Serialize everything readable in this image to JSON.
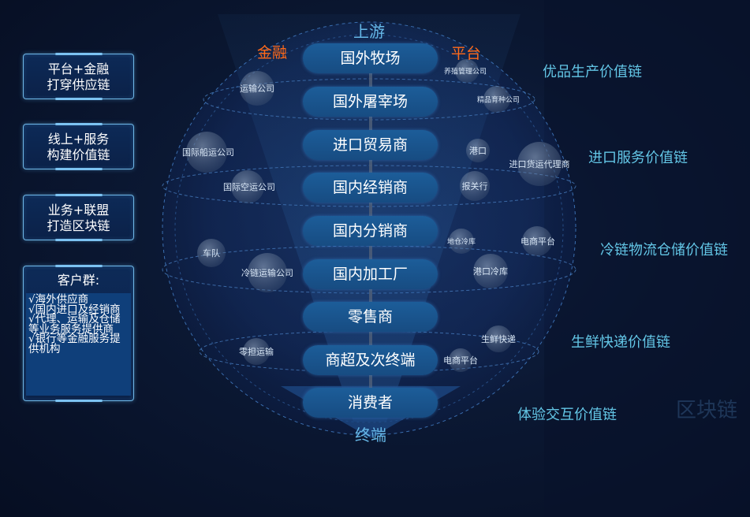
{
  "left_panels": [
    {
      "lines": [
        "平台+金融",
        "打穿供应链"
      ]
    },
    {
      "lines": [
        "线上+服务",
        "构建价值链"
      ]
    },
    {
      "lines": [
        "业务+联盟",
        "打造区块链"
      ]
    }
  ],
  "customer_panel": {
    "title": "客户群:",
    "items": [
      "√海外供应商",
      "√国内进口及经销商",
      "√代理、运输及仓储等业务服务提供商",
      "√银行等金融服务提供机构"
    ]
  },
  "top_label": "上游",
  "bottom_label": "终端",
  "finance_label": "金融",
  "platform_label": "平台",
  "stages": [
    "国外牧场",
    "国外屠宰场",
    "进口贸易商",
    "国内经销商",
    "国内分销商",
    "国内加工厂",
    "零售商",
    "商超及次终端",
    "消费者"
  ],
  "bubbles": [
    {
      "label": "运输公司"
    },
    {
      "label": "养殖管理公司"
    },
    {
      "label": "精品育种公司"
    },
    {
      "label": "国际船运公司"
    },
    {
      "label": "港口"
    },
    {
      "label": "进口货运代理商"
    },
    {
      "label": "国际空运公司"
    },
    {
      "label": "报关行"
    },
    {
      "label": "车队"
    },
    {
      "label": "地仓冷库"
    },
    {
      "label": "电商平台"
    },
    {
      "label": "冷链运输公司"
    },
    {
      "label": "港口冷库"
    },
    {
      "label": "生鲜快递"
    },
    {
      "label": "零担运输"
    },
    {
      "label": "电商平台"
    }
  ],
  "value_chains": [
    "优品生产价值链",
    "进口服务价值链",
    "冷链物流仓储价值链",
    "生鲜快递价值链",
    "体验交互价值链"
  ],
  "watermark": "区块链",
  "colors": {
    "accent_orange": "#ff6a1a",
    "chain_text": "#63c6e6",
    "pill_fill": "#1a5590",
    "panel_border": "#6fb7e6"
  }
}
